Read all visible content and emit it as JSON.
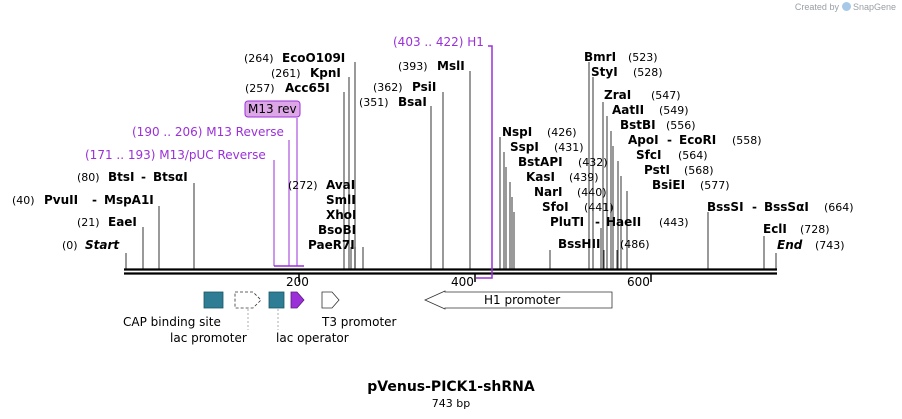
{
  "header": {
    "credit_prefix": "Created by",
    "credit_brand": "SnapGene"
  },
  "plasmid": {
    "name": "pVenus-PICK1-shRNA",
    "length_label": "743 bp",
    "length": 743
  },
  "ruler": [
    {
      "pos": 200,
      "label": "200"
    },
    {
      "pos": 400,
      "label": "400"
    },
    {
      "pos": 600,
      "label": "600"
    }
  ],
  "start_label": {
    "pos": "(0)",
    "name": "Start"
  },
  "end_label": {
    "pos": "(743)",
    "name": "End"
  },
  "colors": {
    "primer": "#9b30d9",
    "primer_label": "#9b30d9",
    "feature_blue": "#2e7d95",
    "lac_operator": "#9b30d9",
    "backbone": "#000000"
  },
  "primers": [
    {
      "label": "(403 .. 422)  H1"
    },
    {
      "label": "M13 rev"
    },
    {
      "label": "(190 .. 206)  M13 Reverse"
    },
    {
      "label": "(171 .. 193)  M13/pUC Reverse"
    }
  ],
  "enzymes": {
    "ecoo109i": {
      "pos": "(264)",
      "name": "EcoO109I"
    },
    "kpni": {
      "pos": "(261)",
      "name": "KpnI"
    },
    "acc65i": {
      "pos": "(257)",
      "name": "Acc65I"
    },
    "msli": {
      "pos": "(393)",
      "name": "MslI"
    },
    "psii": {
      "pos": "(362)",
      "name": "PsiI"
    },
    "bsai": {
      "pos": "(351)",
      "name": "BsaI"
    },
    "bmri": {
      "pos": "(523)",
      "name": "BmrI"
    },
    "styi": {
      "pos": "(528)",
      "name": "StyI"
    },
    "zrai": {
      "pos": "(547)",
      "name": "ZraI"
    },
    "aatii": {
      "pos": "(549)",
      "name": "AatII"
    },
    "bstbi": {
      "pos": "(556)",
      "name": "BstBI"
    },
    "apoi": {
      "name": "ApoI"
    },
    "ecori": {
      "pos": "(558)",
      "name": "EcoRI"
    },
    "sfci": {
      "pos": "(564)",
      "name": "SfcI"
    },
    "psti": {
      "pos": "(568)",
      "name": "PstI"
    },
    "bsiei": {
      "pos": "(577)",
      "name": "BsiEI"
    },
    "nspi": {
      "pos": "(426)",
      "name": "NspI"
    },
    "sspi": {
      "pos": "(431)",
      "name": "SspI"
    },
    "bstapi": {
      "pos": "(432)",
      "name": "BstAPI"
    },
    "kasi": {
      "pos": "(439)",
      "name": "KasI"
    },
    "nari": {
      "pos": "(440)",
      "name": "NarI"
    },
    "sfoi": {
      "pos": "(441)",
      "name": "SfoI"
    },
    "pluti": {
      "name": "PluTI"
    },
    "haeii": {
      "pos": "(443)",
      "name": "HaeII"
    },
    "bsshii": {
      "name": "BssHII",
      "pos": "(486)"
    },
    "btsi": {
      "pos": "(80)",
      "name": "BtsI"
    },
    "btsai": {
      "name": "BtsαI"
    },
    "pvuii": {
      "pos": "(40)",
      "name": "PvuII"
    },
    "mspa1i": {
      "name": "MspA1I"
    },
    "eaei": {
      "pos": "(21)",
      "name": "EaeI"
    },
    "avai": {
      "pos": "(272)",
      "name": "AvaI"
    },
    "smli": {
      "name": "SmlI"
    },
    "xhoi": {
      "name": "XhoI"
    },
    "bsobi": {
      "name": "BsoBI"
    },
    "paer7i": {
      "name": "PaeR7I"
    },
    "bsssi": {
      "name": "BssSI"
    },
    "bsssai": {
      "name": "BssSαI",
      "pos": "(664)"
    },
    "ecli": {
      "pos": "(728)",
      "name": "EclI"
    }
  },
  "features": {
    "cap": {
      "label": "CAP binding site"
    },
    "lac_promoter": {
      "label": "lac promoter"
    },
    "lac_operator": {
      "label": "lac operator"
    },
    "t3_promoter": {
      "label": "T3 promoter"
    },
    "h1_promoter": {
      "label": "H1 promoter"
    }
  }
}
